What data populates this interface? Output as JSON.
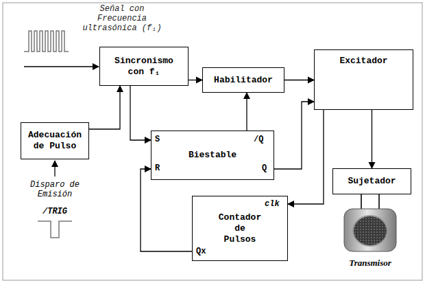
{
  "diagram": {
    "nodes": [
      {
        "text": [
          "Sincronismo con f₁"
        ]
      },
      {
        "text": [
          "Habilitador"
        ]
      },
      {
        "text": [
          "Excitador"
        ]
      },
      {
        "text": [
          "Adecuación de Pulso"
        ]
      },
      {
        "text": [
          "Biestable"
        ]
      },
      {
        "text": [
          "Sujetador"
        ]
      },
      {
        "text": [
          "Contador de Pulsos"
        ]
      }
    ],
    "edges": [
      {
        "from": 3,
        "to": 0,
        "arrow": "to"
      },
      {
        "from": 0,
        "to": 1,
        "arrow": "to"
      },
      {
        "from": 0,
        "to": 4,
        "arrow": "to"
      },
      {
        "from": 4,
        "to": 1,
        "arrow": "to"
      },
      {
        "from": 1,
        "to": 2,
        "arrow": "to"
      },
      {
        "from": 4,
        "to": 2,
        "arrow": "to"
      },
      {
        "from": 2,
        "to": 5,
        "arrow": "to"
      },
      {
        "from": 2,
        "to": 6,
        "arrow": "to"
      },
      {
        "from": 6,
        "to": 4,
        "arrow": "to"
      }
    ],
    "labels": [
      "Señal con Frecuencia ultrasónica (f₁)",
      "S",
      "R",
      "/Q",
      "Q",
      "clk",
      "Qx",
      "Disparo de Emisión",
      "/TRIG",
      "Transmisor"
    ]
  }
}
